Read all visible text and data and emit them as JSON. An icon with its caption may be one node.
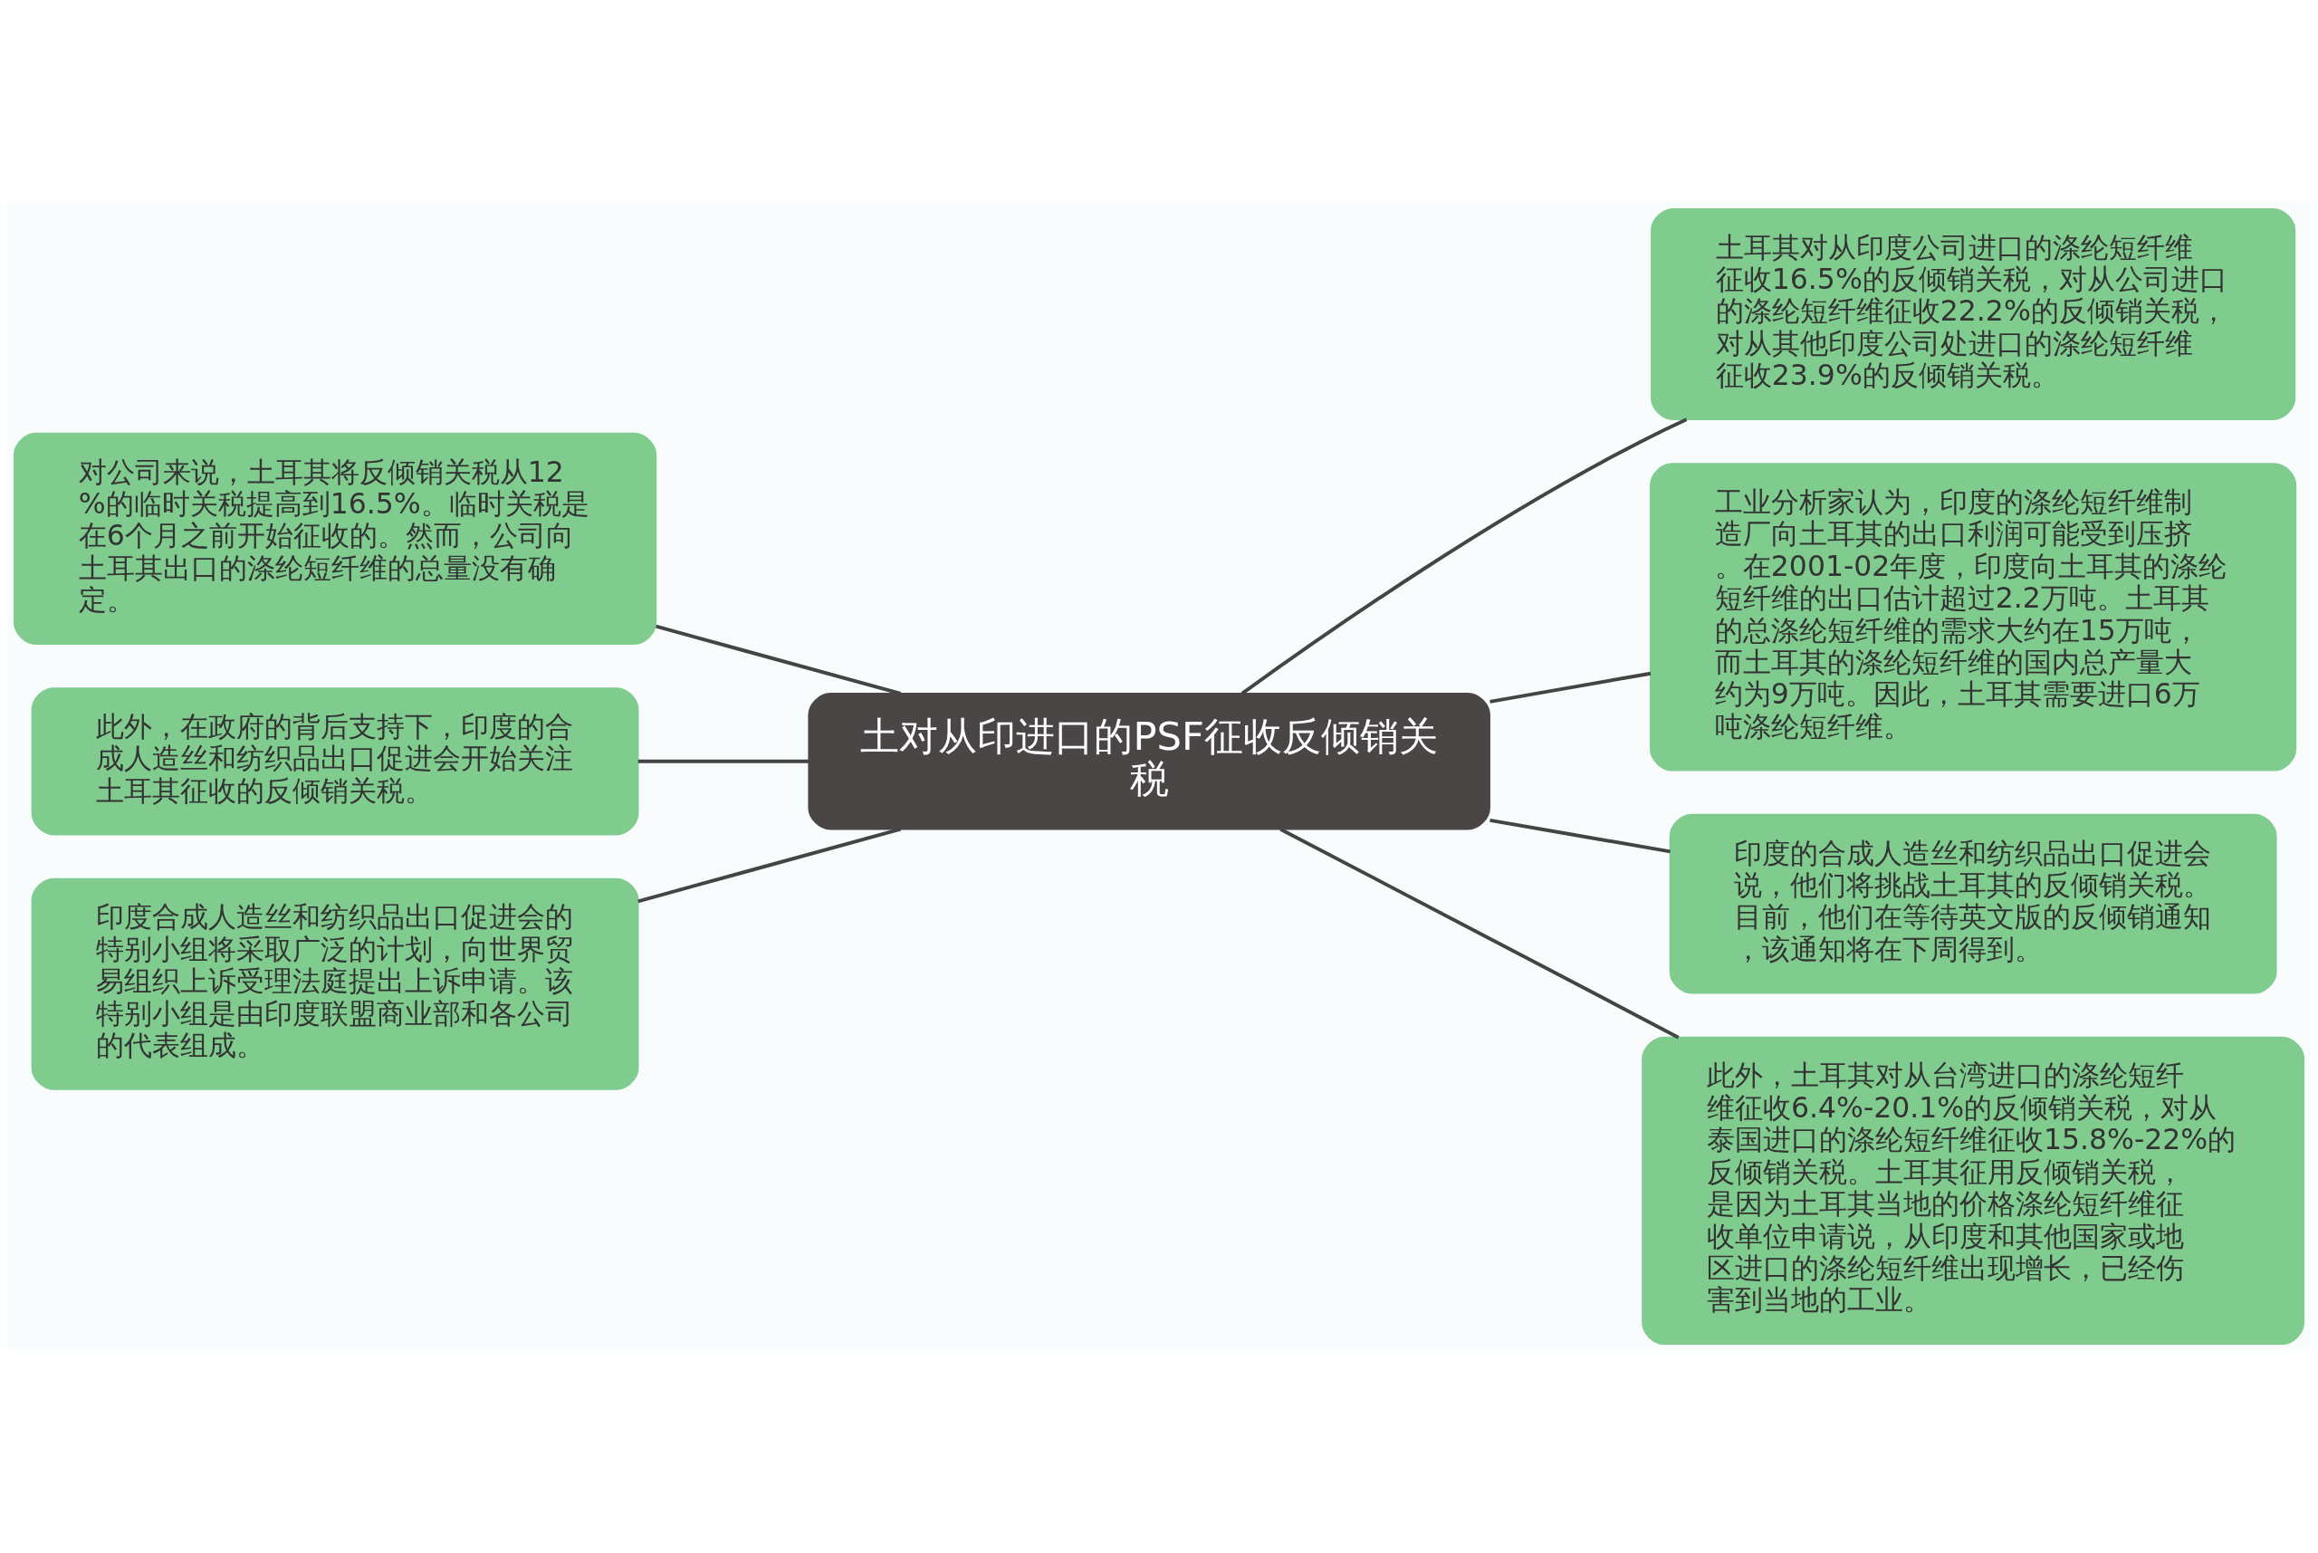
{
  "diagram": {
    "nodes": [
      {
        "text": [
          "土对从印进口的PSF征收反倾销关税"
        ]
      },
      {
        "text": [
          "土耳其对从印度公司进口的涤纶短纤维征收16.5%的反倾销关税，对从公司进口的涤纶短纤维征收22.2%的反倾销关税，对从其他印度公司处进口的涤纶短纤维征收23.9%的反倾销关税。"
        ]
      },
      {
        "text": [
          "对公司来说，土耳其将反倾销关税从12%的临时关税提高到16.5%。临时关税是在6个月之前开始征收的。然而，公司向土耳其出口的涤纶短纤维的总量没有确定。"
        ]
      },
      {
        "text": [
          "工业分析家认为，印度的涤纶短纤维制造厂向土耳其的出口利润可能受到压挤。在2001-02年度，印度向土耳其的涤纶短纤维的出口估计超过2.2万吨。土耳其的总涤纶短纤维的需求大约在15万吨，而土耳其的涤纶短纤维的国内总产量大约为9万吨。因此，土耳其需要进口6万吨涤纶短纤维。"
        ]
      },
      {
        "text": [
          "此外，在政府的背后支持下，印度的合成人造丝和纺织品出口促进会开始关注土耳其征收的反倾销关税。"
        ]
      },
      {
        "text": [
          "印度合成人造丝和纺织品出口促进会的特别小组将采取广泛的计划，向世界贸易组织上诉受理法庭提出上诉申请。该特别小组是由印度联盟商业部和各公司的代表组成。"
        ]
      },
      {
        "text": [
          "印度的合成人造丝和纺织品出口促进会说，他们将挑战土耳其的反倾销关税。目前，他们在等待英文版的反倾销通知，该通知将在下周得到。"
        ]
      },
      {
        "text": [
          "此外，土耳其对从台湾进口的涤纶短纤维征收6.4%-20.1%的反倾销关税，对从泰国进口的涤纶短纤维征收15.8%-22%的反倾销关税。土耳其征用反倾销关税，是因为土耳其当地的价格涤纶短纤维征收单位申请说，从印度和其他国家或地区进口的涤纶短纤维出现增长，已经伤害到当地的工业。"
        ]
      }
    ],
    "edges": [
      {
        "from": 0,
        "to": 1,
        "arrow": "none"
      },
      {
        "from": 0,
        "to": 2,
        "arrow": "none"
      },
      {
        "from": 0,
        "to": 3,
        "arrow": "none"
      },
      {
        "from": 0,
        "to": 4,
        "arrow": "none"
      },
      {
        "from": 0,
        "to": 5,
        "arrow": "none"
      },
      {
        "from": 0,
        "to": 6,
        "arrow": "none"
      },
      {
        "from": 0,
        "to": 7,
        "arrow": "none"
      }
    ]
  }
}
